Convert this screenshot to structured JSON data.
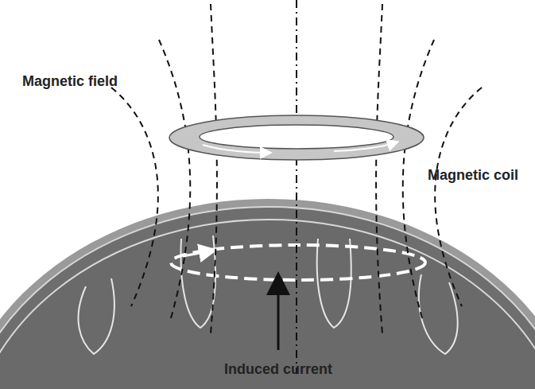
{
  "diagram": {
    "labels": [
      "Magnetic field",
      "Magnetic coil",
      "Induced current"
    ]
  }
}
